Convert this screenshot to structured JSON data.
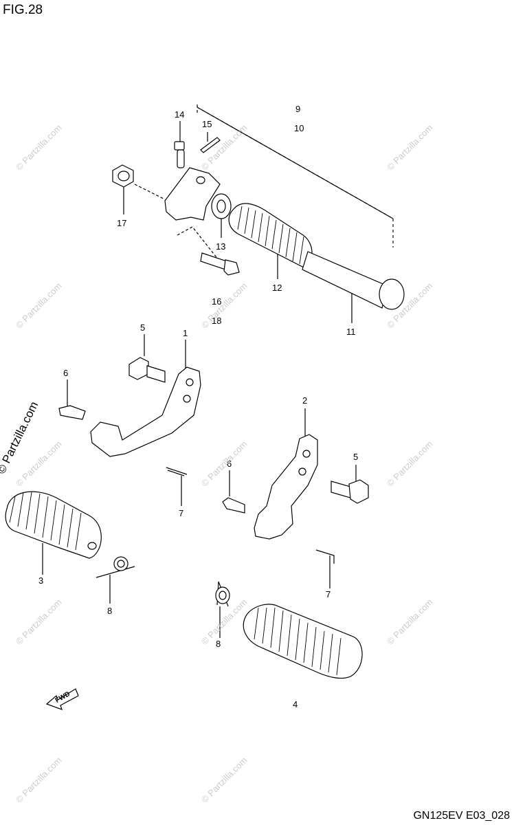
{
  "figure_title": "FIG.28",
  "diagram_code": "GN125EV E03_028",
  "brand_text": "© Partzilla.com",
  "watermark_text": "© Partzilla.com",
  "fwd_label": "FWD",
  "callouts": {
    "c9": "9",
    "c10": "10",
    "c14": "14",
    "c15": "15",
    "c17": "17",
    "c13": "13",
    "c12": "12",
    "c11": "11",
    "c16": "16",
    "c18": "18",
    "c5a": "5",
    "c1": "1",
    "c6a": "6",
    "c2": "2",
    "c5b": "5",
    "c6b": "6",
    "c7a": "7",
    "c3": "3",
    "c8a": "8",
    "c7b": "7",
    "c8b": "8",
    "c4": "4"
  }
}
